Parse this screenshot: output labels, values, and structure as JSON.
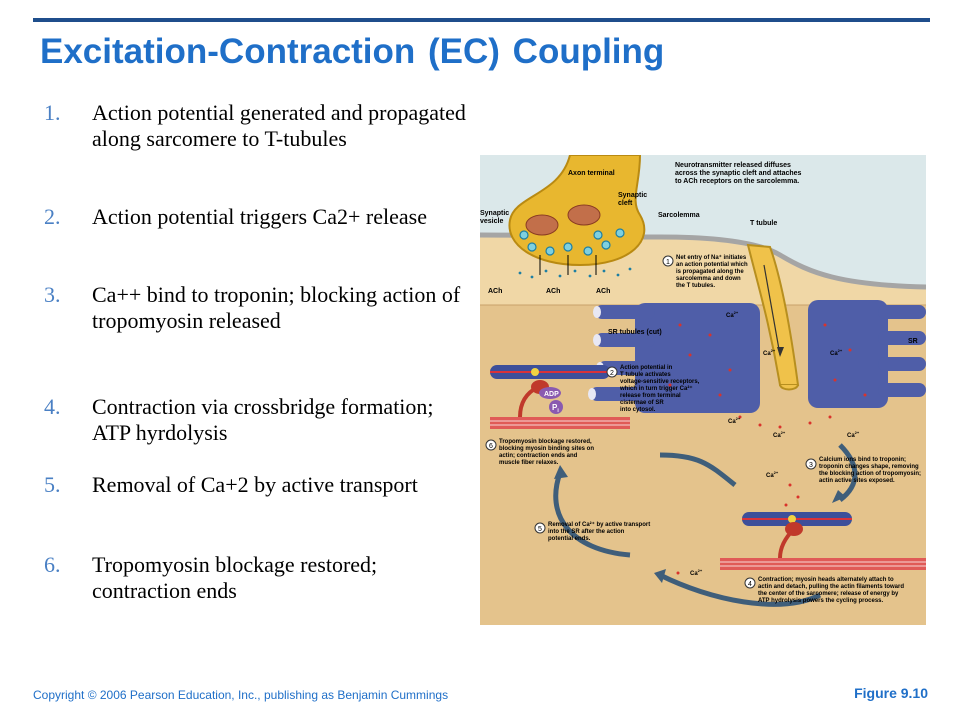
{
  "slide": {
    "title": "Excitation-Contraction (EC) Coupling",
    "steps": [
      {
        "num": "1.",
        "text": "Action potential generated and propagated along sarcomere to T-tubules"
      },
      {
        "num": "2.",
        "text": "Action potential triggers Ca2+ release"
      },
      {
        "num": "3.",
        "text": "Ca++ bind to troponin; blocking action of tropomyosin released"
      },
      {
        "num": "4.",
        "text": "Contraction via crossbridge formation; ATP hyrdolysis"
      },
      {
        "num": "5.",
        "text": "Removal of Ca+2 by active transport"
      },
      {
        "num": "6.",
        "text": "Tropomyosin blockage restored; contraction ends"
      }
    ],
    "copyright": "Copyright © 2006 Pearson Education, Inc., publishing as Benjamin Cummings",
    "figure_number": "Figure 9.10"
  },
  "figure": {
    "labels": {
      "axon_terminal": "Axon terminal",
      "synaptic_vesicle": [
        "Synaptic",
        "vesicle"
      ],
      "synaptic_cleft": [
        "Synaptic",
        "cleft"
      ],
      "neurotransmitter_note": [
        "Neurotransmitter released diffuses",
        "across the synaptic cleft and attaches",
        "to ACh receptors on the sarcolemma."
      ],
      "sarcolemma": "Sarcolemma",
      "t_tubule": "T tubule",
      "ach": "ACh",
      "sr_tubules": "SR tubules (cut)",
      "sr": "SR",
      "ca": "Ca",
      "ca_sup": "2+",
      "adp": "ADP",
      "pi": "P",
      "pi_sub": "i"
    },
    "steps": {
      "s1": {
        "num": "1",
        "lines": [
          "Net entry of Na⁺ initiates",
          "an action potential which",
          "is propagated along the",
          "sarcolemma and down",
          "the T tubules."
        ]
      },
      "s2": {
        "num": "2",
        "lines": [
          "Action potential in",
          "T tubule activates",
          "voltage-sensitive receptors,",
          "which in turn trigger Ca²⁺",
          "release from terminal",
          "cisternae of SR",
          "into cytosol."
        ]
      },
      "s3": {
        "num": "3",
        "lines": [
          "Calcium ions bind to troponin;",
          "troponin changes shape, removing",
          "the blocking action of tropomyosin;",
          "actin active sites exposed."
        ]
      },
      "s4": {
        "num": "4",
        "lines": [
          "Contraction; myosin heads alternately attach to",
          "actin and detach, pulling the actin filaments toward",
          "the center of the sarcomere; release of energy by",
          "ATP hydrolysis powers the cycling process."
        ]
      },
      "s5": {
        "num": "5",
        "lines": [
          "Removal of Ca²⁺ by active transport",
          "into the SR after the action",
          "potential ends."
        ]
      },
      "s6": {
        "num": "6",
        "lines": [
          "Tropomyosin blockage restored,",
          "blocking myosin binding sites on",
          "actin; contraction ends and",
          "muscle fiber relaxes."
        ]
      }
    }
  }
}
